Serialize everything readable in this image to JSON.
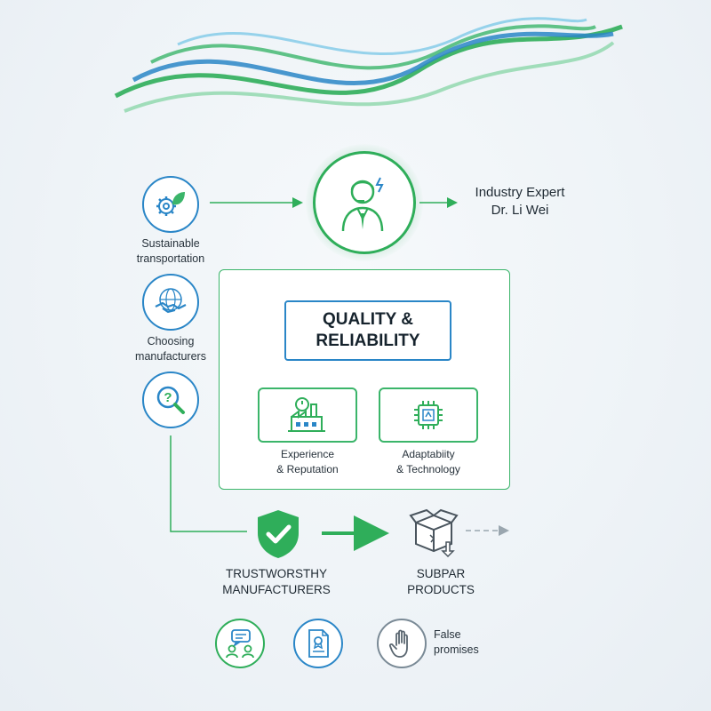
{
  "colors": {
    "green": "#2fae5a",
    "blue": "#2a86c7",
    "gray": "#7a8a96",
    "text": "#1f2a33"
  },
  "left_items": [
    {
      "label_line1": "Sustainable",
      "label_line2": "transportation",
      "icon": "gear-leaf-icon"
    },
    {
      "label_line1": "Choosing",
      "label_line2": "manufacturers",
      "icon": "handshake-globe-icon"
    },
    {
      "icon": "question-magnifier-icon"
    }
  ],
  "expert": {
    "icon": "expert-headset-icon",
    "line1": "Industry Expert",
    "line2": "Dr. Li Wei"
  },
  "main_box": {
    "title_line1": "QUALITY &",
    "title_line2": "RELIABILITY",
    "left_card": {
      "icon": "factory-clock-icon",
      "line1": "Experience",
      "line2": "& Reputation"
    },
    "right_card": {
      "icon": "chip-icon",
      "line1": "Adaptabiity",
      "line2": "& Technology"
    }
  },
  "flow": {
    "trust": {
      "icon": "shield-check-icon",
      "line1": "TRUSTWORSTHY",
      "line2": "MANUFACTURERS"
    },
    "subpar": {
      "icon": "broken-box-icon",
      "line1": "SUBPAR",
      "line2": "PRODUCTS"
    }
  },
  "bottom_icons": [
    {
      "icon": "chat-people-icon"
    },
    {
      "icon": "document-badge-icon"
    },
    {
      "icon": "hand-stop-icon",
      "label_line1": "False",
      "label_line2": "promises"
    }
  ]
}
